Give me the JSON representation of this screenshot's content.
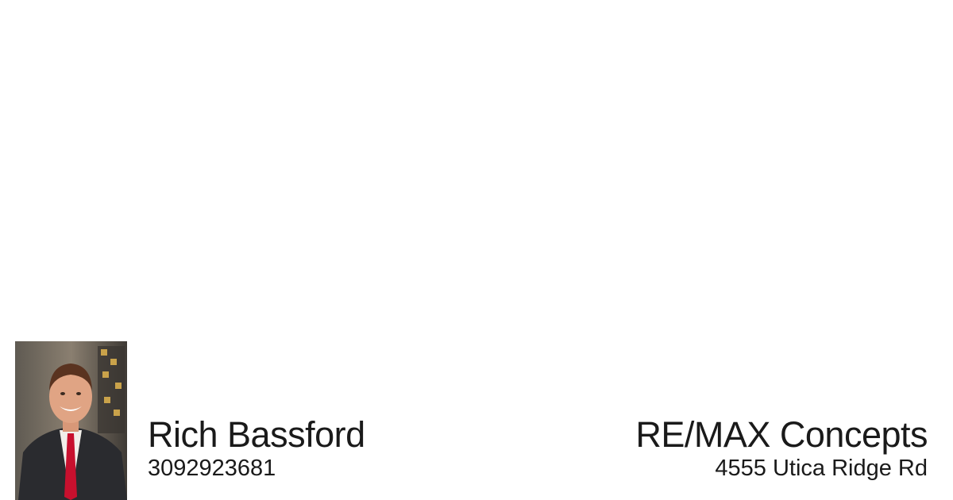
{
  "agent": {
    "name": "Rich Bassford",
    "phone": "3092923681",
    "photo_icon": "agent-portrait"
  },
  "office": {
    "name": "RE/MAX Concepts",
    "address": "4555 Utica Ridge Rd"
  },
  "colors": {
    "background": "#ffffff",
    "text": "#1a1a1a",
    "tie": "#c8102e"
  }
}
